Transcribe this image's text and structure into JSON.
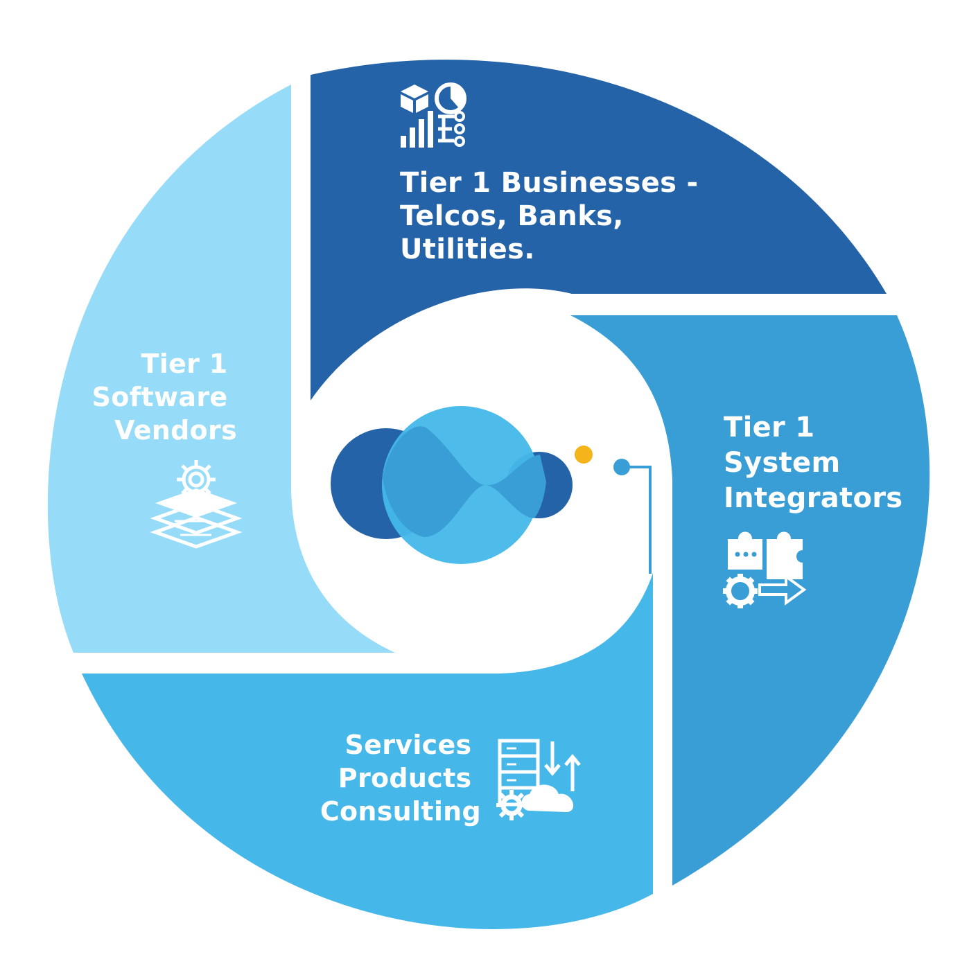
{
  "colors": {
    "background": "#ffffff",
    "quadrant_top": "#2563a8",
    "quadrant_right": "#3a9ed6",
    "quadrant_bottom": "#45b8e9",
    "quadrant_left": "#96dcf8",
    "logo_dark": "#2563a8",
    "logo_mid": "#3a9ed6",
    "logo_light": "#45b8e9",
    "logo_dot": "#f4b41a",
    "connector": "#3a9ed6"
  },
  "segments": {
    "top": {
      "lines": [
        "Tier 1 Businesses -",
        "Telcos, Banks,",
        "Utilities."
      ],
      "icon": "analytics-icon"
    },
    "right": {
      "lines": [
        "Tier 1",
        "System",
        "Integrators"
      ],
      "icon": "puzzle-integration-icon"
    },
    "bottom": {
      "lines": [
        "Services",
        "Products",
        "Consulting"
      ],
      "icon": "server-cloud-icon"
    },
    "left": {
      "lines": [
        "Tier 1",
        "Software",
        "Vendors"
      ],
      "icon": "gear-layers-icon"
    }
  }
}
